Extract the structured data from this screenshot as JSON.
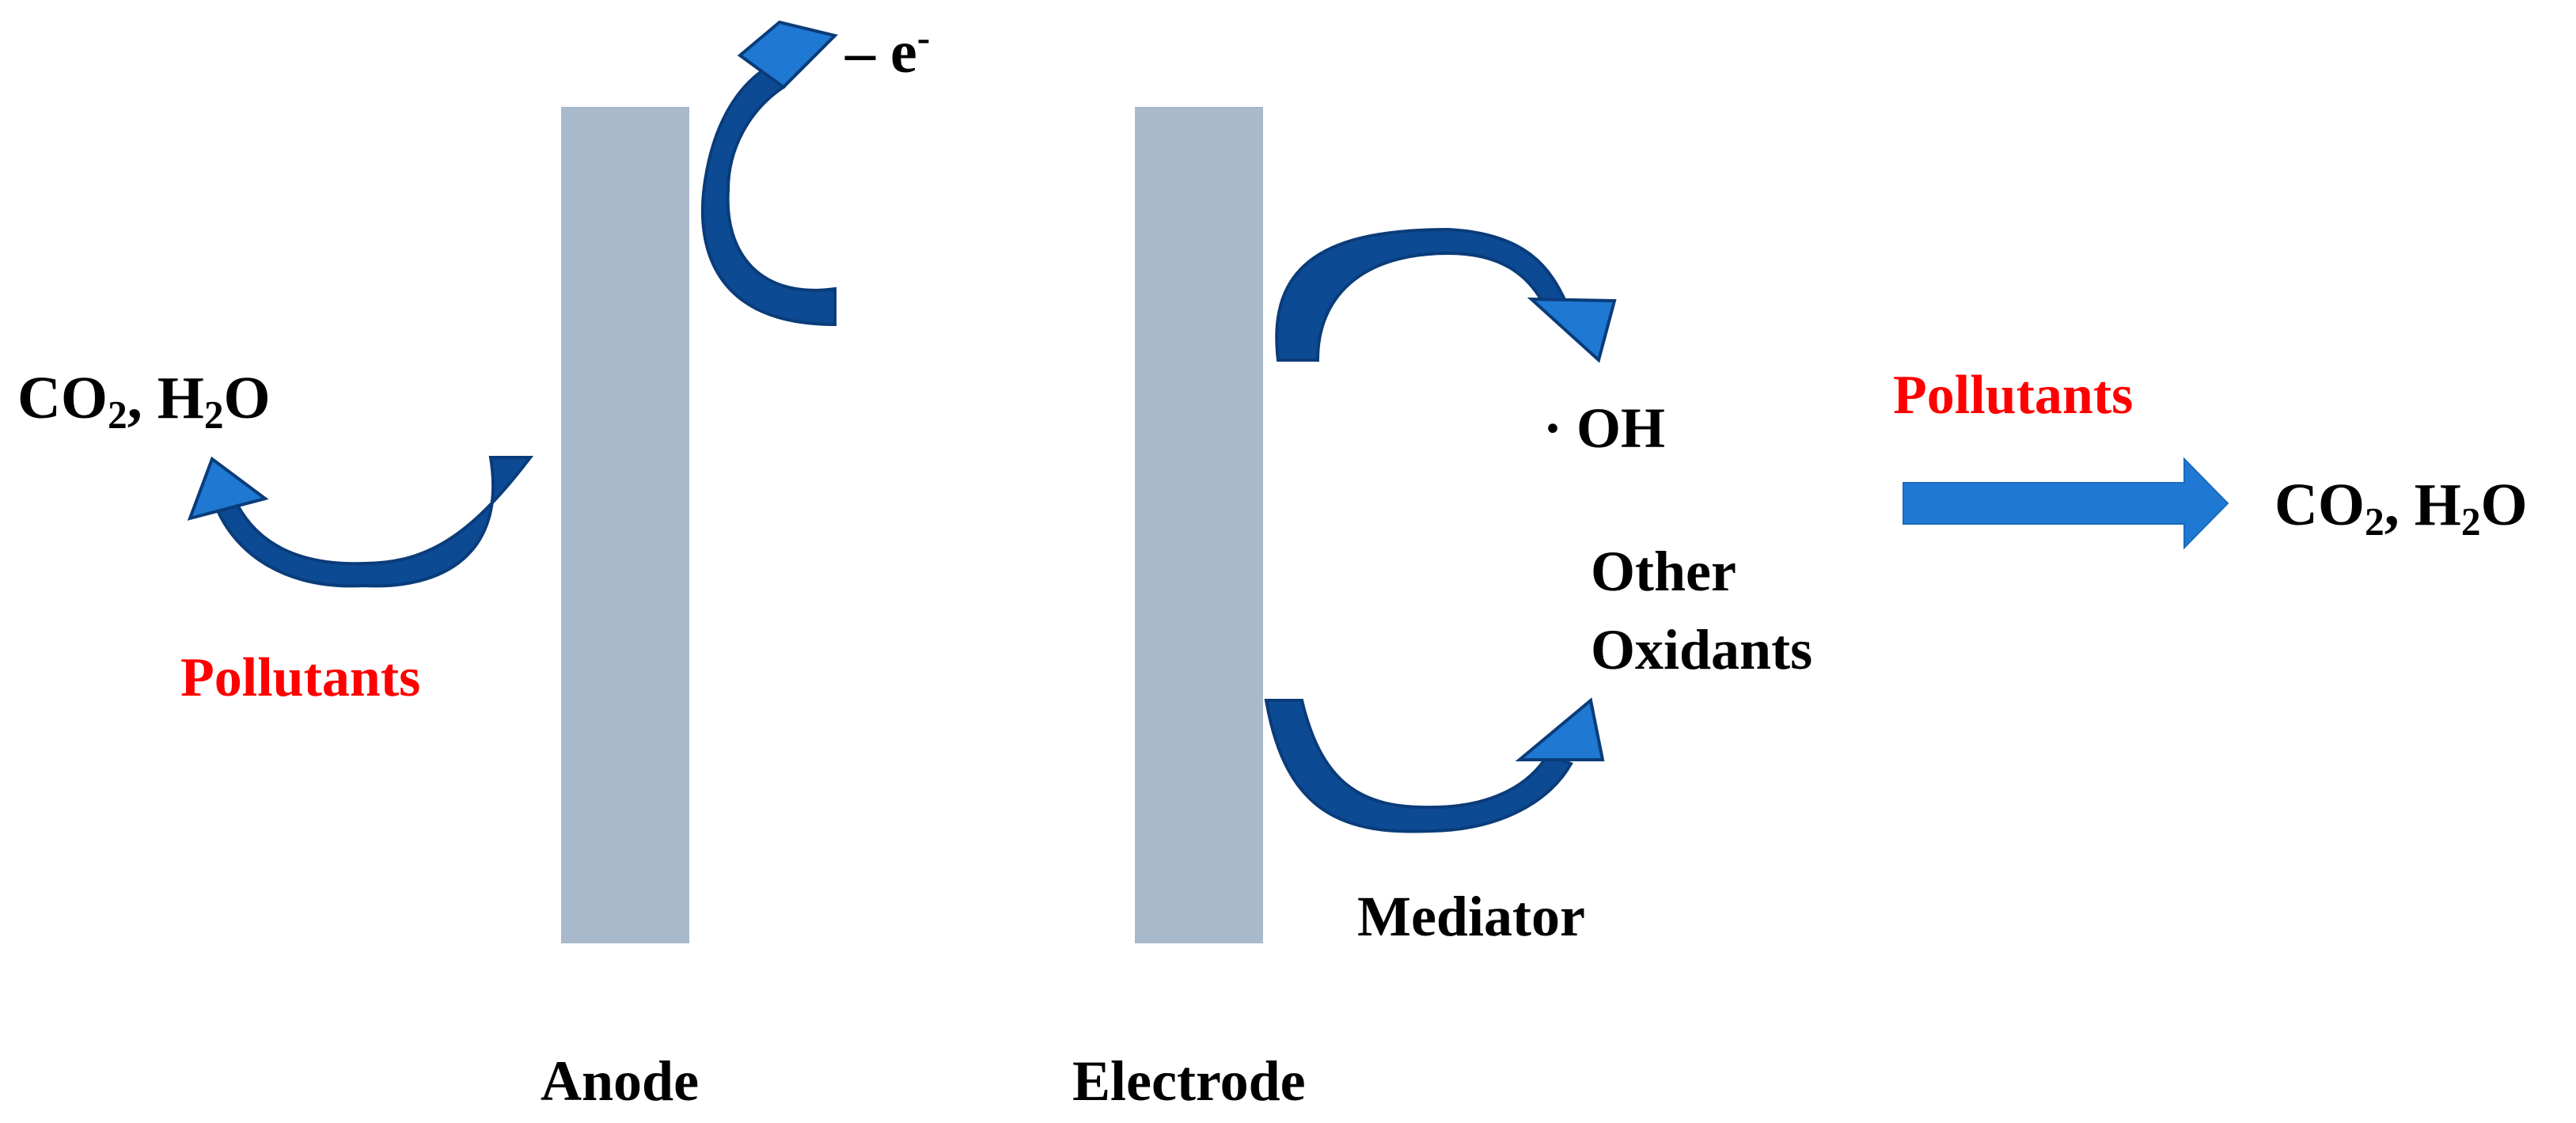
{
  "colors": {
    "electrode": "#a8b9cc",
    "arrow_light": "#1f78d1",
    "arrow_dark": "#0d4a94",
    "pollutants_text": "#ff0000",
    "text": "#000000"
  },
  "left_products": {
    "co": "CO",
    "co_sub": "2",
    "sep": ", H",
    "h_sub": "2",
    "o": "O"
  },
  "left_pollutants": "Pollutants",
  "electron": {
    "minus": "–",
    "e": "e",
    "sup": "-"
  },
  "hydroxyl": "· OH",
  "other_oxidants": {
    "line1": "Other",
    "line2": "Oxidants"
  },
  "mediator": "Mediator",
  "right_pollutants": "Pollutants",
  "right_products": {
    "co": "CO",
    "co_sub": "2",
    "sep": ", H",
    "h_sub": "2",
    "o": "O"
  },
  "anode_label": "Anode",
  "electrode_label": "Electrode",
  "icons": [
    "curved-arrow-icon",
    "right-arrow-icon"
  ]
}
